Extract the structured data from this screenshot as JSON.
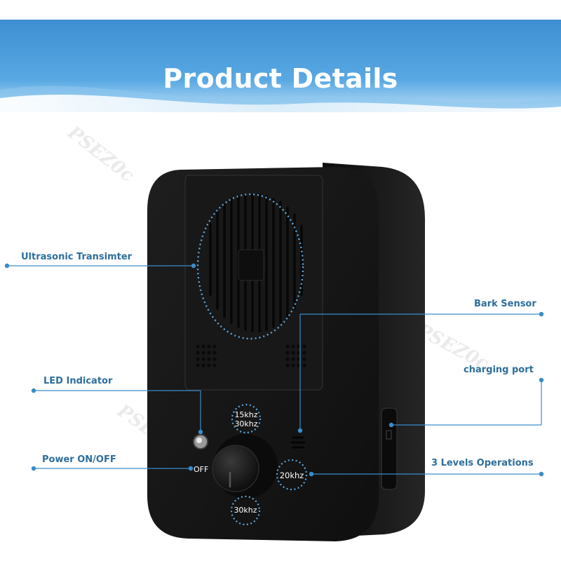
{
  "banner": {
    "title": "Product Details"
  },
  "callouts": {
    "transmitter": "Ultrasonic Transimter",
    "led": "LED Indicator",
    "power": "Power ON/OFF",
    "bark": "Bark Sensor",
    "charging": "charging port",
    "levels": "3 Levels Operations"
  },
  "dial": {
    "off": "OFF",
    "freq_15": "15khz",
    "freq_30_top": "30khz",
    "freq_20": "20khz",
    "freq_30_bottom": "30khz"
  },
  "watermark": {
    "text": "PSEZ0c"
  },
  "colors": {
    "accent": "#2d6e9b",
    "banner_top": "#3d8fd1",
    "banner_bottom": "#e8f3fb",
    "device": "#141414"
  }
}
